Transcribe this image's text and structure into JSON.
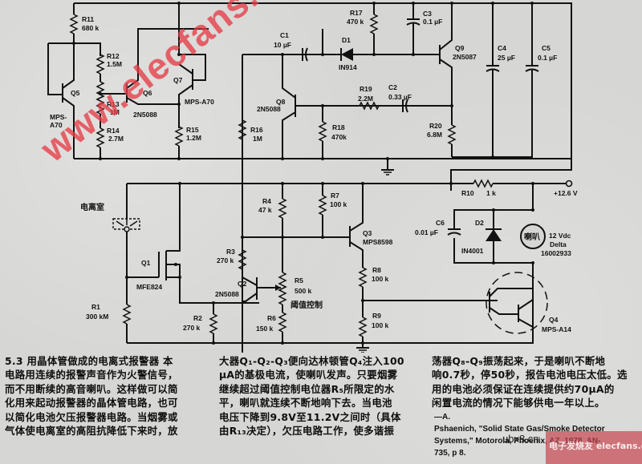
{
  "figure": {
    "number": "5.3",
    "title": "用晶体管做成的电离式报警器",
    "watermark": "www.elecfans.com",
    "components": {
      "R11": {
        "name": "R11",
        "value": "680 k"
      },
      "R12": {
        "name": "R12",
        "value": "1.5M"
      },
      "R13": {
        "name": "R13",
        "value": "1M"
      },
      "R14": {
        "name": "R14",
        "value": "2.7M"
      },
      "R15": {
        "name": "R15",
        "value": "1.2M"
      },
      "R16": {
        "name": "R16",
        "value": "1M"
      },
      "R17": {
        "name": "R17",
        "value": "470 k"
      },
      "R18": {
        "name": "R18",
        "value": "470k"
      },
      "R19": {
        "name": "R19",
        "value": "2.2M"
      },
      "R20": {
        "name": "R20",
        "value": "6.8M"
      },
      "R10": {
        "name": "R10",
        "value": "1 k"
      },
      "R1": {
        "name": "R1",
        "value": "300 kM"
      },
      "R2": {
        "name": "R2",
        "value": "270 k"
      },
      "R3": {
        "name": "R3",
        "value": "270 k"
      },
      "R4": {
        "name": "R4",
        "value": "47 k"
      },
      "R5": {
        "name": "R5",
        "value": "500 k",
        "note": "阈值控制"
      },
      "R6": {
        "name": "R6",
        "value": "150 k"
      },
      "R7": {
        "name": "R7",
        "value": "100 k"
      },
      "R8": {
        "name": "R8",
        "value": "100 k"
      },
      "R9": {
        "name": "R9",
        "value": "100 k"
      },
      "C1": {
        "name": "C1",
        "value": "10 µF"
      },
      "C2": {
        "name": "C2",
        "value": "0.33 µF"
      },
      "C3": {
        "name": "C3",
        "value": "0.1 µF"
      },
      "C4": {
        "name": "C4",
        "value": "25 µF"
      },
      "C5": {
        "name": "C5",
        "value": "0.1 µF"
      },
      "C6": {
        "name": "C6",
        "value": "0.01 µF"
      },
      "D1": {
        "name": "D1",
        "value": "IN914"
      },
      "D2": {
        "name": "D2",
        "value": "IN4001"
      },
      "Q1": {
        "name": "Q1",
        "value": "MFE824"
      },
      "Q2": {
        "name": "Q2",
        "value": "2N5088"
      },
      "Q3": {
        "name": "Q3",
        "value": "MPS8598"
      },
      "Q4": {
        "name": "Q4",
        "value": "MPS-A14"
      },
      "Q5": {
        "name": "Q5",
        "value_line1": "MPS-",
        "value_line2": "A70"
      },
      "Q6": {
        "name": "Q6",
        "value": "2N5088"
      },
      "Q7": {
        "name": "Q7",
        "value": "MPS-A70"
      },
      "Q8": {
        "name": "Q8",
        "value": "2N5088"
      },
      "Q9": {
        "name": "Q9",
        "value": "2N5087"
      },
      "ion_chamber": {
        "label": "电离室"
      },
      "horn": {
        "symbol": "喇叭",
        "spec_line1": "12 Vdc",
        "spec_line2": "Delta",
        "spec_line3": "16002933"
      },
      "supply": {
        "label": "+12.6 V"
      }
    }
  },
  "caption": {
    "col1": [
      "5.3  用晶体管做成的电离式报警器  本",
      "电路用连续的报警声音作为火警信号，",
      "而不用断续的高音喇叭。这样做可以简",
      "化用来起动报警器的晶体管电路，也可",
      "以简化电池欠压报警器电路。当烟雾或",
      "气体使电离室的高阻抗降低下来时，放"
    ],
    "col2": [
      "大器Q₁-Q₂-Q₃便向达林顿管Q₄注入100",
      "µA的基极电流，使喇叭发声。只要烟雾",
      "继续超过阈值控制电位器R₅所限定的水",
      "平，喇叭就连续不断地响下去。当电池",
      "电压下降到9.8V至11.2V之间时（具体",
      "由R₁₃决定），欠压电路工作，使多谐振"
    ],
    "col3": [
      "荡器Q₈-Q₉振荡起来，于是喇叭不断地",
      "响0.7秒，停50秒，报告电池电压太低。选",
      "用的电池必须保证在连续提供约70µA的",
      "闲置电流的情况下能够供电一年以上。"
    ],
    "author": "—A.",
    "reference": [
      "Pshaenich, \"Solid State Gas/Smoke Detector",
      "Systems,\" Motorola, Phoenix, AZ, 1978, AN-",
      "735, p 8."
    ]
  },
  "overlay": {
    "stamp_text": "电子发烧友 elecfans.com",
    "stamp_url": "ubx8.cn"
  },
  "colors": {
    "background": "#d6d6d4",
    "ink": "#111111",
    "watermark": "#e63c46"
  }
}
